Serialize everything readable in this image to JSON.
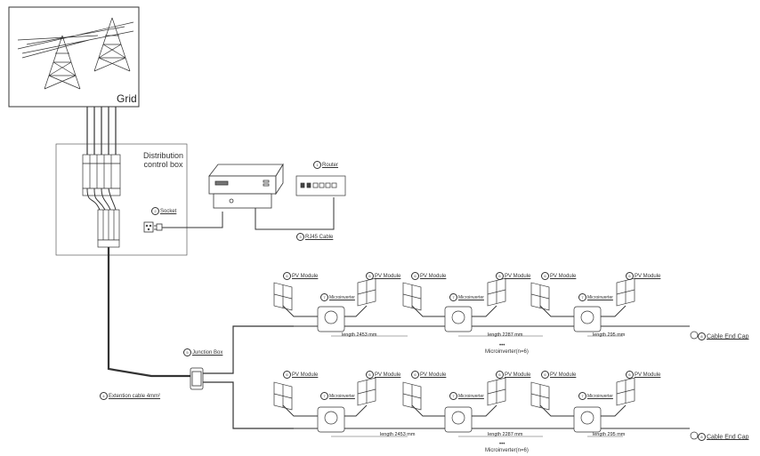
{
  "grid": {
    "label": "Grid"
  },
  "distribution_box": {
    "label_line1": "Distribution",
    "label_line2": "control box"
  },
  "labels": {
    "router": "Router",
    "socket": "Socket",
    "rj45": "RJ45 Cable",
    "junction_box": "Junction Box",
    "extension_cable": "Extention cable 4mm²",
    "pv_module": "PV Module",
    "microinverter": "Microinverter",
    "cable_end_cap": "Cable End Cap",
    "ellipsis": "•••",
    "microinverter_n": "Microinverter(n=6)"
  },
  "lengths": {
    "a": "length 2453 mm",
    "b": "length 2287 mm",
    "c": "length 295 mm"
  }
}
